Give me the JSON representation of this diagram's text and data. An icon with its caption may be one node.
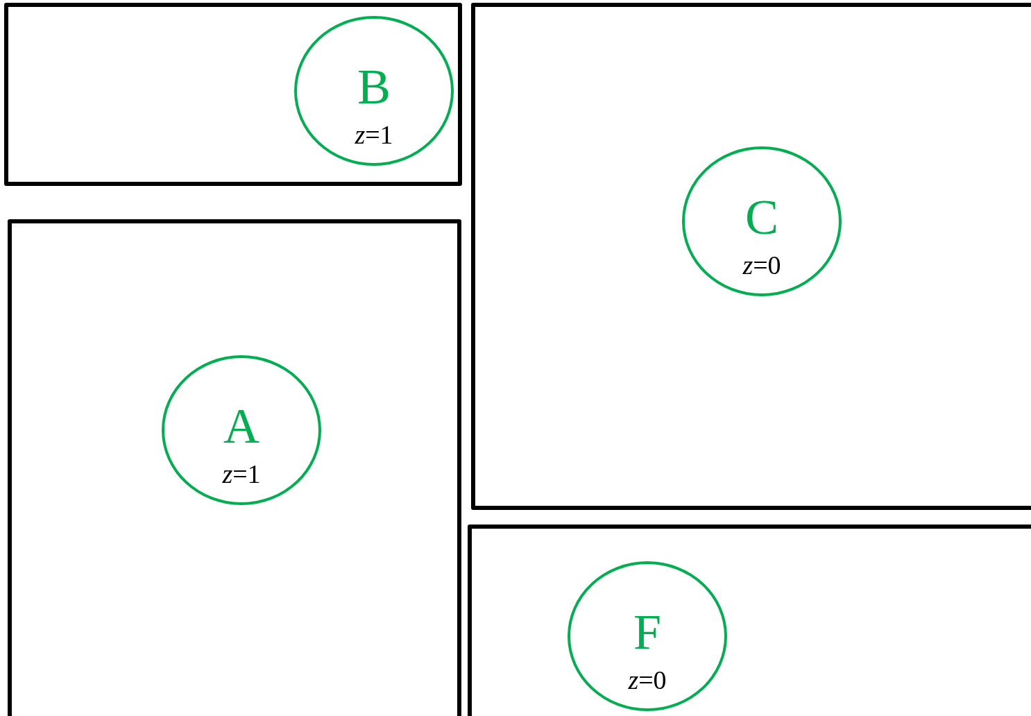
{
  "diagram": {
    "nodes": [
      {
        "text": [],
        "shape": "box"
      },
      {
        "text": [
          "B",
          "*z*=1"
        ],
        "in": 0
      },
      {
        "text": [],
        "shape": "box"
      },
      {
        "text": [
          "C",
          "*z*=0"
        ],
        "in": 2
      },
      {
        "text": [],
        "shape": "box"
      },
      {
        "text": [
          "A",
          "*z*=1"
        ],
        "in": 4
      },
      {
        "text": [],
        "shape": "box"
      },
      {
        "text": [
          "F",
          "*z*=0"
        ],
        "in": 6
      }
    ],
    "edges": []
  }
}
